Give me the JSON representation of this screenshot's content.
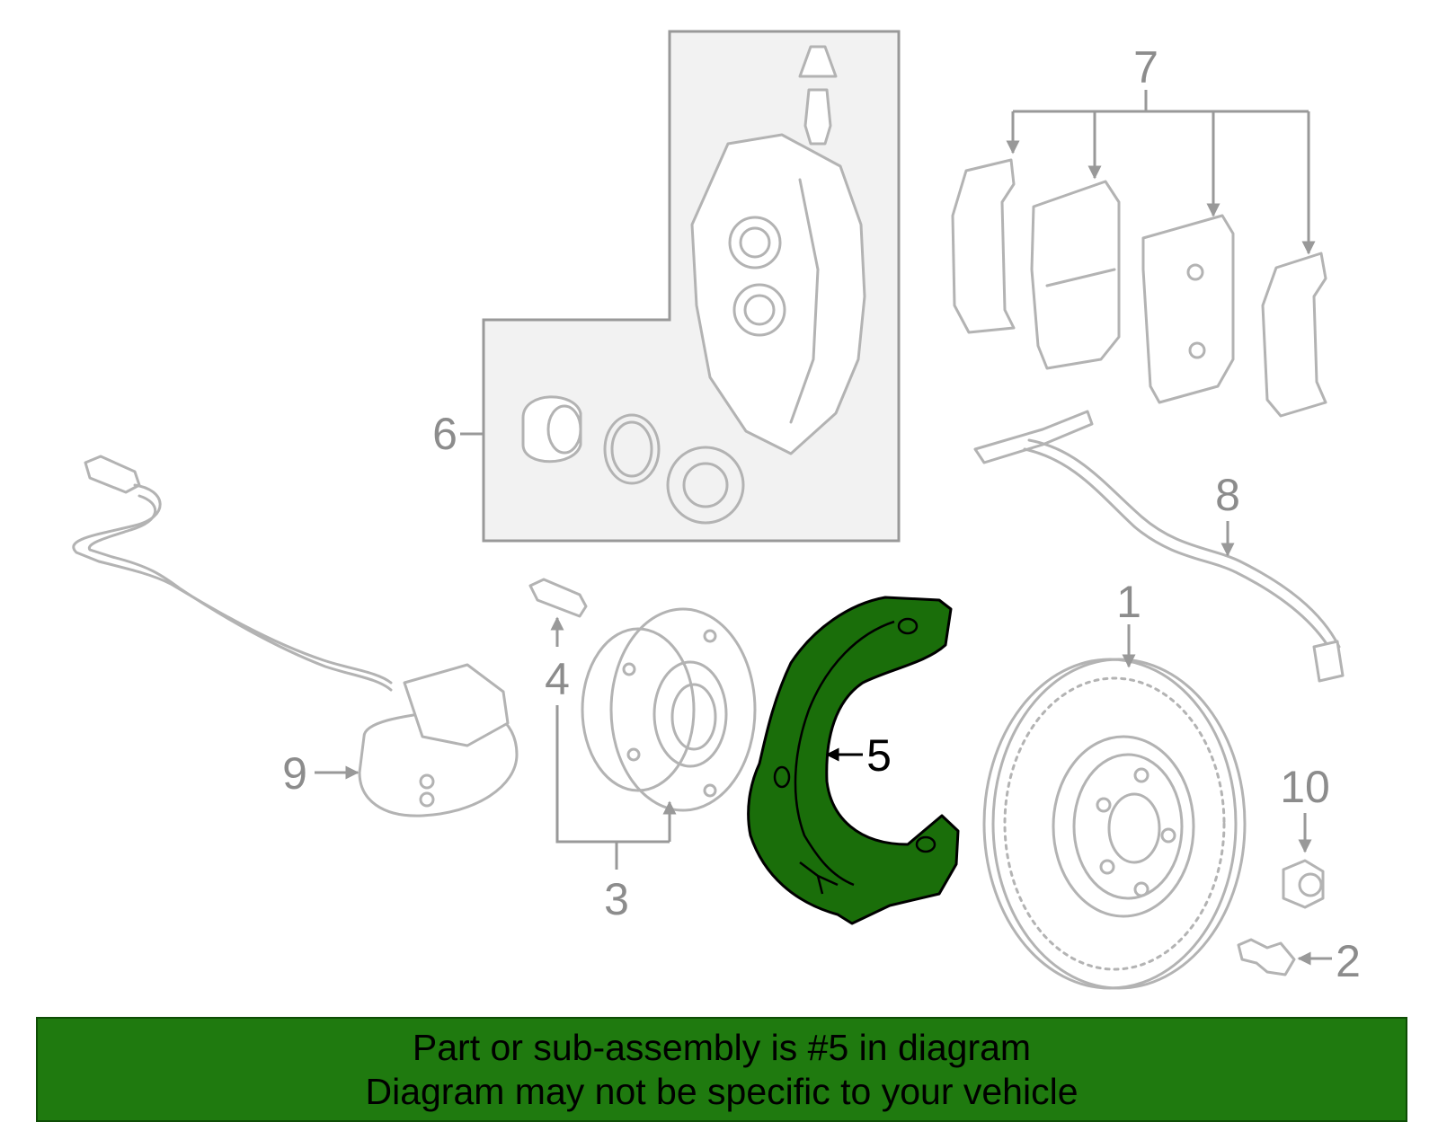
{
  "diagram": {
    "callouts": {
      "c1": "1",
      "c2": "2",
      "c3": "3",
      "c4": "4",
      "c5": "5",
      "c6": "6",
      "c7": "7",
      "c8": "8",
      "c9": "9",
      "c10": "10"
    },
    "highlighted_part": "5",
    "highlight_color": "#1a6e0a",
    "line_color": "#b3b3b3"
  },
  "banner": {
    "line1": "Part or sub-assembly is #5 in diagram",
    "line2": "Diagram may not be specific to your vehicle",
    "background": "#1f7a0f"
  }
}
